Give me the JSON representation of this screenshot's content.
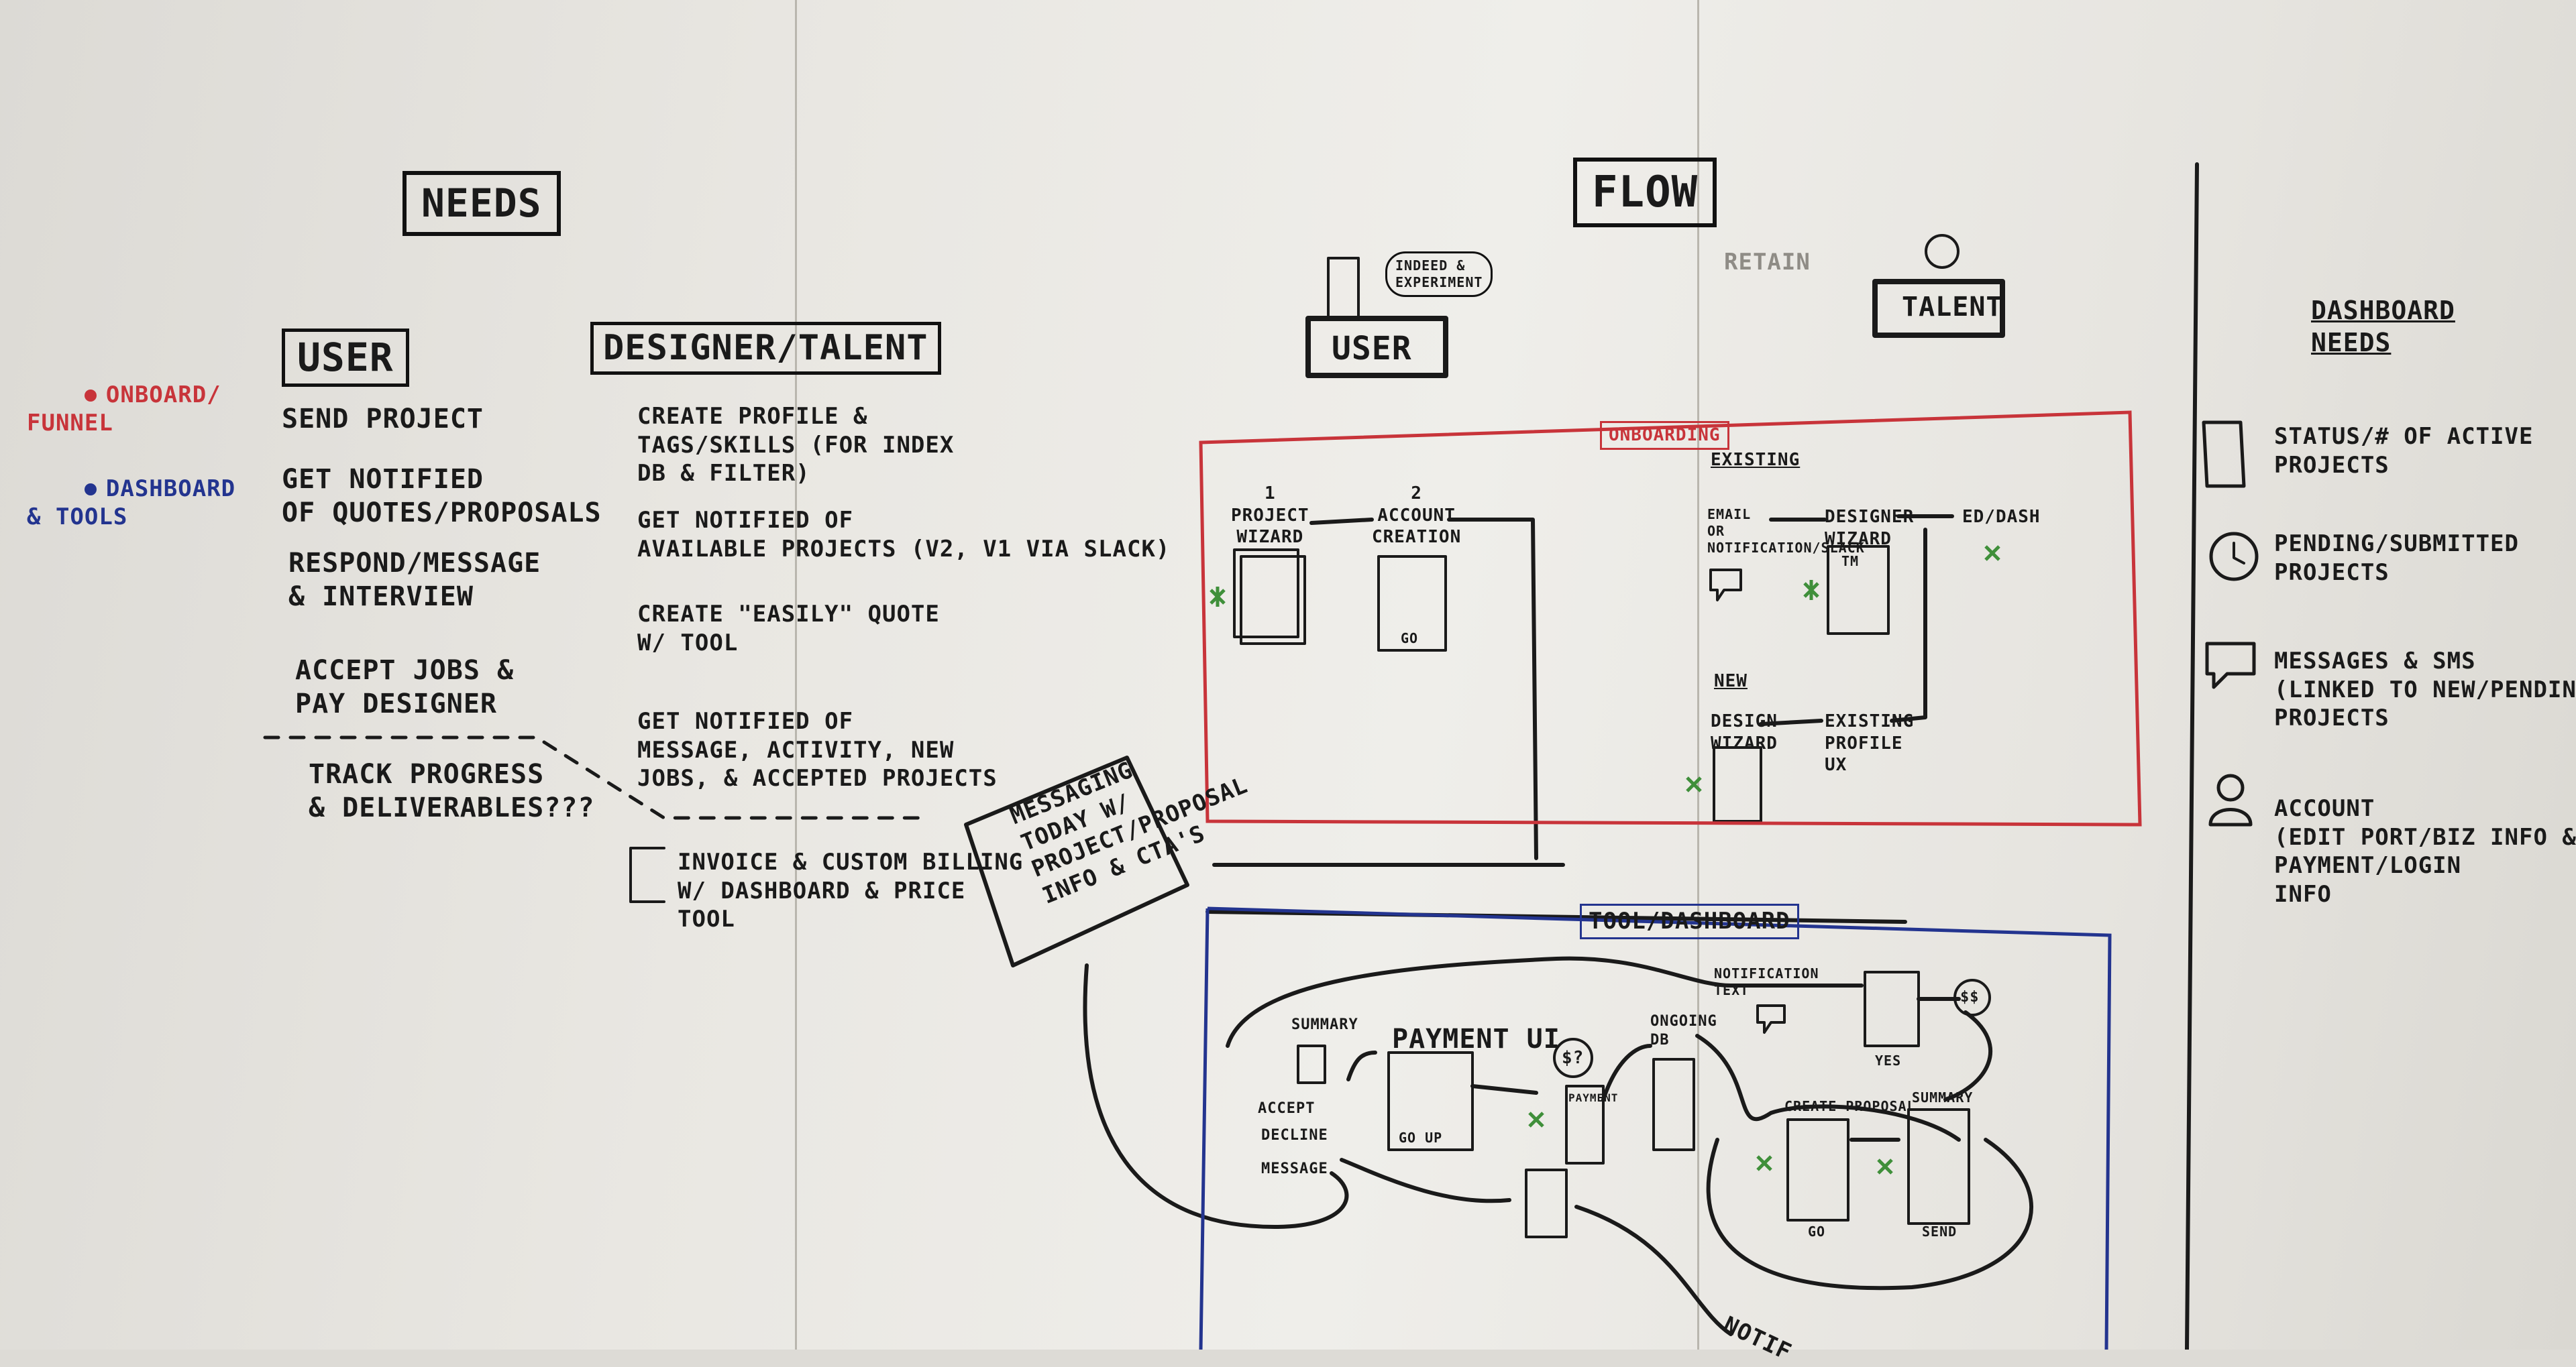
{
  "board": {
    "colors": {
      "ink": "#1a1a1a",
      "red": "#c8343a",
      "blue": "#23348f",
      "green": "#3f8f3a"
    }
  },
  "legend": {
    "onboard": "ONBOARD/\nFUNNEL",
    "dashboard": "DASHBOARD\n& TOOLS"
  },
  "needs": {
    "title": "NEEDS",
    "user": {
      "heading": "USER",
      "items": [
        "SEND PROJECT",
        "GET NOTIFIED\nOF QUOTES/PROPOSALS",
        "RESPOND/MESSAGE\n& INTERVIEW",
        "ACCEPT JOBS &\nPAY DESIGNER"
      ],
      "extra": "TRACK PROGRESS\n& DELIVERABLES???"
    },
    "designer": {
      "heading": "DESIGNER/TALENT",
      "items": [
        "CREATE PROFILE &\nTAGS/SKILLS (FOR INDEX\nDB & FILTER)",
        "GET NOTIFIED OF\nAVAILABLE PROJECTS (V2, V1 VIA SLACK)",
        "CREATE \"EASILY\" QUOTE\nW/ TOOL",
        "GET NOTIFIED OF\nMESSAGE, ACTIVITY, NEW\nJOBS, & ACCEPTED PROJECTS"
      ],
      "extra": "INVOICE & CUSTOM BILLING\nW/ DASHBOARD & PRICE\nTOOL"
    }
  },
  "messaging": "MESSAGING\nTODAY W/\nPROJECT/PROPOSAL\nINFO & CTA'S",
  "flow": {
    "title": "FLOW",
    "user_label": "USER",
    "user_bubble": "INDEED &\nEXPERIMENT",
    "talent_label": "TALENT",
    "misc_text": "RETAIN",
    "onboarding": {
      "tag": "ONBOARDING",
      "step1": "1\nPROJECT\nWIZARD",
      "step2": "2\nACCOUNT\nCREATION",
      "existing": "EXISTING",
      "email": "EMAIL\nOR\nNOTIFICATION/SLACK",
      "designer_wizard": "DESIGNER\nWIZARD",
      "ed_dash": "ED/DASH",
      "new_label": "NEW",
      "design_wizard": "DESIGN\nWIZARD",
      "existing_profile": "EXISTING\nPROFILE\nUX",
      "go": "GO",
      "tm": "TM"
    },
    "tool": {
      "tag": "TOOL/DASHBOARD",
      "summary": "SUMMARY",
      "payment": "PAYMENT UI",
      "go_up": "GO UP",
      "price": "$?",
      "ongoing": "ONGOING\nDB",
      "payment_card": "PAYMENT",
      "accept": "ACCEPT",
      "decline": "DECLINE",
      "message": "MESSAGE",
      "notification": "NOTIFICATION\nTEXT",
      "yes": "YES",
      "dollar": "$$",
      "create": "CREATE PROPOSAL",
      "summary2": "SUMMARY",
      "go2": "GO",
      "send": "SEND",
      "notif": "NOTIF"
    }
  },
  "dashboard_needs": {
    "title": "DASHBOARD\nNEEDS",
    "items": [
      {
        "icon": "document-icon",
        "text": "STATUS/# OF ACTIVE\nPROJECTS"
      },
      {
        "icon": "clock-icon",
        "text": "PENDING/SUBMITTED\nPROJECTS"
      },
      {
        "icon": "chat-icon",
        "text": "MESSAGES & SMS\n(LINKED TO NEW/PENDING\nPROJECTS"
      },
      {
        "icon": "person-icon",
        "text": "ACCOUNT\n(EDIT PORT/BIZ INFO &\nPAYMENT/LOGIN\nINFO"
      }
    ]
  }
}
